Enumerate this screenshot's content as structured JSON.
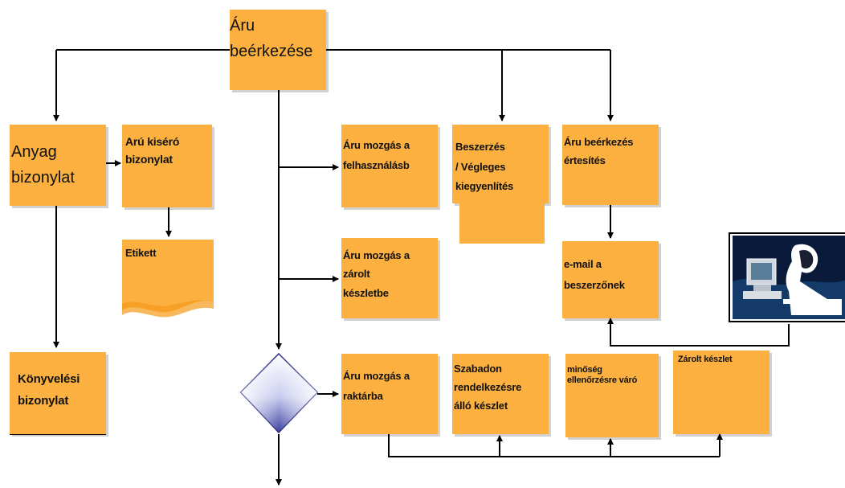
{
  "nodes": {
    "aru_beerkezese": "Áru\nbeérkezése",
    "anyag_bizonylat": "Anyag\nbizonylat",
    "aru_kisero_bizonylat": "Arú kiséró\nbizonylat",
    "etikett": "Etikett",
    "konyvelesi_bizonylat": "Könyvelési\nbizonylat",
    "mozgas_felhasznalas": "Áru mozgás a\nfelhasználásb",
    "mozgas_zarolt": "Áru mozgás a\nzárolt\nkészletbe",
    "mozgas_raktar": "Áru mozgás a\nraktárba",
    "beszerzes": "Beszerzés\n/ Végleges\nkiegyenlítés",
    "aru_beerkezes_ertesites": "Áru beérkezés\nértesítés",
    "email_beszerzonek": "e-mail a\nbeszerzőnek",
    "szabadon": "Szabadon\nrendelkezésre\nálló készlet",
    "minoseg": "minőség\nellenőrzésre váró",
    "zarolt_keszlet": "Zárolt készlet"
  },
  "colors": {
    "box_fill": "#fbb040",
    "line": "#000000",
    "diamond_dark": "#3a3fa0",
    "diamond_light": "#ffffff"
  },
  "icons": {
    "computer_user": "computer-user-clipart-icon",
    "decision": "decision-diamond-icon"
  }
}
